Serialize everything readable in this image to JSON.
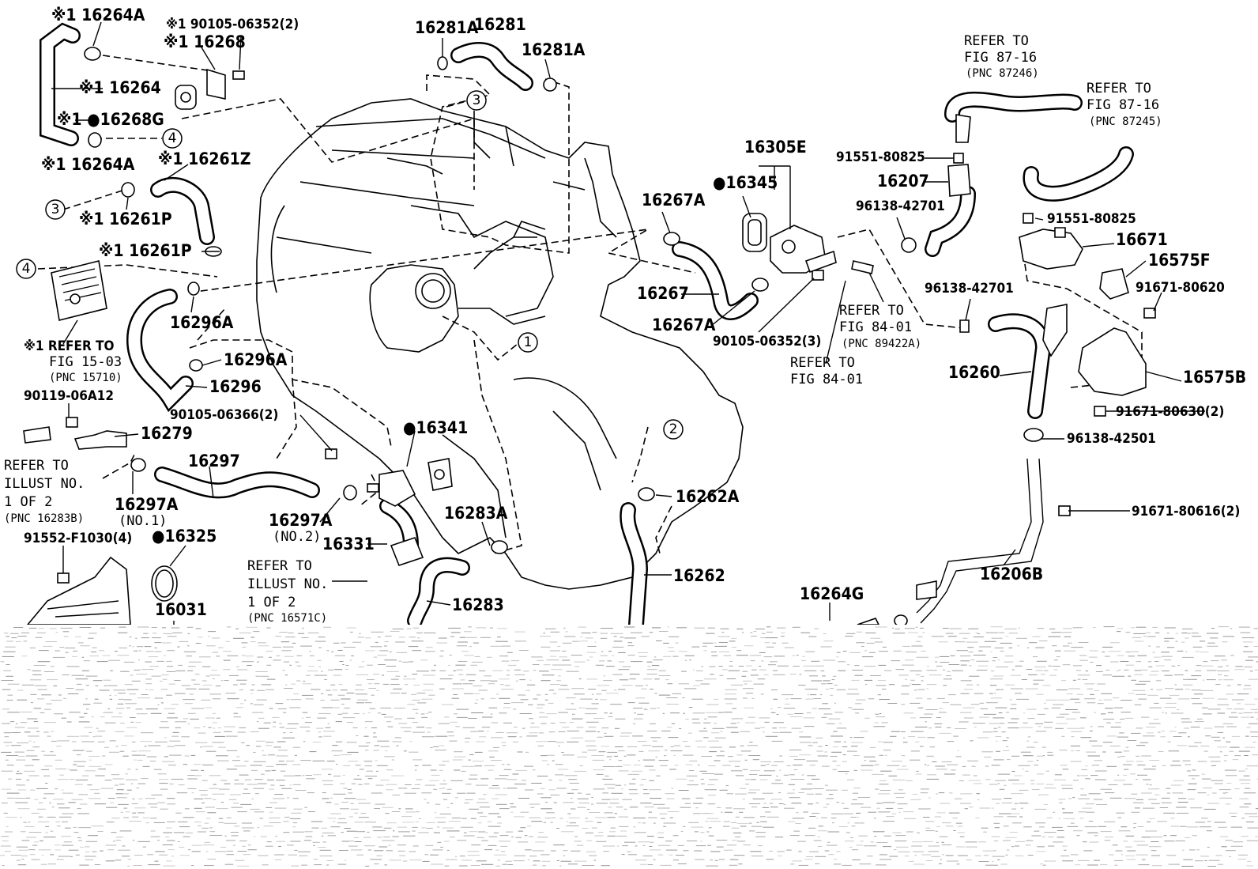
{
  "labels": [
    {
      "id": "16264A_top",
      "text": "※1 16264A"
    },
    {
      "id": "90105-06352-2",
      "text": "※1 90105-06352(2)"
    },
    {
      "id": "16268",
      "text": "※1 16268"
    },
    {
      "id": "16264",
      "text": "※1 16264"
    },
    {
      "id": "16268G",
      "text": "※1 ●16268G"
    },
    {
      "id": "16264A_bot",
      "text": "※1 16264A"
    },
    {
      "id": "16261Z",
      "text": "※1 16261Z"
    },
    {
      "id": "16261P_a",
      "text": "※1 16261P"
    },
    {
      "id": "16261P_b",
      "text": "※1 16261P"
    },
    {
      "id": "16296A_a",
      "text": "16296A"
    },
    {
      "id": "16296A_b",
      "text": "16296A"
    },
    {
      "id": "16296",
      "text": "16296"
    },
    {
      "id": "90119-06A12",
      "text": "90119-06A12"
    },
    {
      "id": "16279",
      "text": "16279"
    },
    {
      "id": "16297",
      "text": "16297"
    },
    {
      "id": "16297A_no1",
      "text": "16297A"
    },
    {
      "id": "no1",
      "text": "(NO.1)"
    },
    {
      "id": "91552-F1030",
      "text": "91552-F1030(4)"
    },
    {
      "id": "16325",
      "text": "●16325"
    },
    {
      "id": "16031",
      "text": "16031"
    },
    {
      "id": "90105-06366",
      "text": "90105-06366(2)"
    },
    {
      "id": "16297A_no2",
      "text": "16297A"
    },
    {
      "id": "no2",
      "text": "(NO.2)"
    },
    {
      "id": "16331",
      "text": "16331"
    },
    {
      "id": "16341",
      "text": "●16341"
    },
    {
      "id": "16283A",
      "text": "16283A"
    },
    {
      "id": "16283",
      "text": "16283"
    },
    {
      "id": "16281A_a",
      "text": "16281A"
    },
    {
      "id": "16281",
      "text": "16281"
    },
    {
      "id": "16281A_b",
      "text": "16281A"
    },
    {
      "id": "16262A",
      "text": "16262A"
    },
    {
      "id": "16262",
      "text": "16262"
    },
    {
      "id": "16267A_a",
      "text": "16267A"
    },
    {
      "id": "16267",
      "text": "16267"
    },
    {
      "id": "16267A_b",
      "text": "16267A"
    },
    {
      "id": "16305E",
      "text": "16305E"
    },
    {
      "id": "16345",
      "text": "●16345"
    },
    {
      "id": "90105-06352-3",
      "text": "90105-06352(3)"
    },
    {
      "id": "91551-80825_a",
      "text": "91551-80825"
    },
    {
      "id": "16207",
      "text": "16207"
    },
    {
      "id": "96138-42701_a",
      "text": "96138-42701"
    },
    {
      "id": "96138-42701_b",
      "text": "96138-42701"
    },
    {
      "id": "91551-80825_b",
      "text": "91551-80825"
    },
    {
      "id": "16671",
      "text": "16671"
    },
    {
      "id": "16575F",
      "text": "16575F"
    },
    {
      "id": "91671-80620",
      "text": "91671-80620"
    },
    {
      "id": "16260",
      "text": "16260"
    },
    {
      "id": "16575B",
      "text": "16575B"
    },
    {
      "id": "91671-80630",
      "text": "91671-80630(2)"
    },
    {
      "id": "96138-42501",
      "text": "96138-42501"
    },
    {
      "id": "91671-80616",
      "text": "91671-80616(2)"
    },
    {
      "id": "16206B",
      "text": "16206B"
    },
    {
      "id": "16264G",
      "text": "16264G"
    }
  ],
  "refs": {
    "fig8716_a": {
      "l1": "REFER TO",
      "l2": "FIG 87-16",
      "pnc": "(PNC 87246)"
    },
    "fig8716_b": {
      "l1": "REFER TO",
      "l2": "FIG 87-16",
      "pnc": "(PNC 87245)"
    },
    "fig1503": {
      "l1": "※1 REFER TO",
      "l2": "FIG 15-03",
      "pnc": "(PNC 15710)"
    },
    "illust_left": {
      "l1": "REFER TO",
      "l2": "ILLUST NO.",
      "l3": "1 OF 2",
      "pnc": "(PNC 16283B)"
    },
    "illust_mid": {
      "l1": "REFER TO",
      "l2": "ILLUST NO.",
      "l3": "1 OF 2",
      "pnc": "(PNC 16571C)"
    },
    "fig8401_a": {
      "l1": "REFER TO",
      "l2": "FIG 84-01",
      "pnc": "(PNC 89422A)"
    },
    "fig8401_b": {
      "l1": "REFER TO",
      "l2": "FIG 84-01"
    }
  },
  "callouts": [
    "1",
    "2",
    "3",
    "3",
    "4",
    "4"
  ]
}
